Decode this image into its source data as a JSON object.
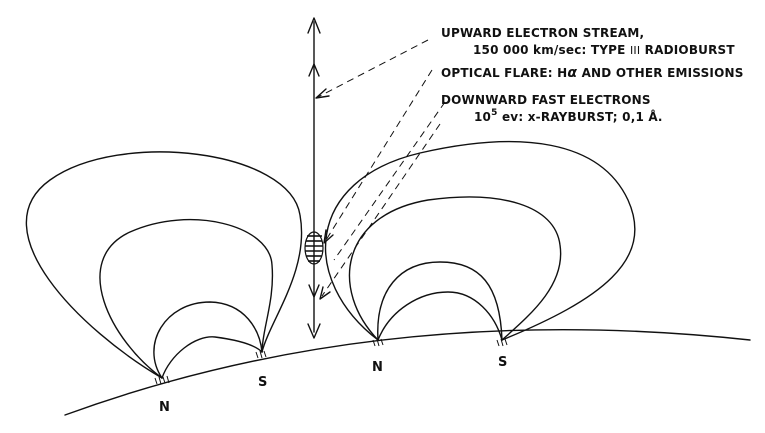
{
  "annotations": {
    "upward_line1": "UPWARD ELECTRON STREAM,",
    "upward_line2_a": "150 000 km/sec: TYPE ",
    "upward_line2_b": "III",
    "upward_line2_c": " RADIOBURST",
    "optical_a": "OPTICAL FLARE: H",
    "optical_alpha": "α",
    "optical_b": " AND OTHER EMISSIONS",
    "downward_line1": "DOWNWARD FAST ELECTRONS",
    "downward_line2_a": "10",
    "downward_line2_exp": "5",
    "downward_line2_b": " ev: x-RAYBURST; 0,1 Å."
  },
  "poles": {
    "left_n": "N",
    "left_s": "S",
    "right_n": "N",
    "right_s": "S"
  }
}
